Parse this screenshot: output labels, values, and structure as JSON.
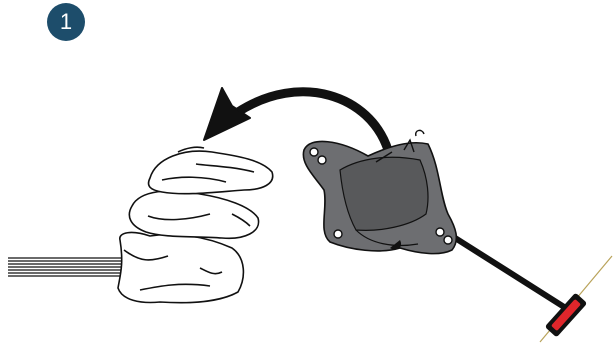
{
  "step": {
    "number": "1",
    "badge_color": "#1d4d6b"
  },
  "illustration": {
    "arrow_icon": "curved-arrow-left-icon",
    "folded_item": "folded-fabric-bag",
    "device": "pouch-with-telescopic-pole",
    "pole_grip_color": "#e0262b",
    "pouch_color": "#6d6e71",
    "pouch_panel_color": "#58595b",
    "line_color": "#1a1a1a"
  }
}
